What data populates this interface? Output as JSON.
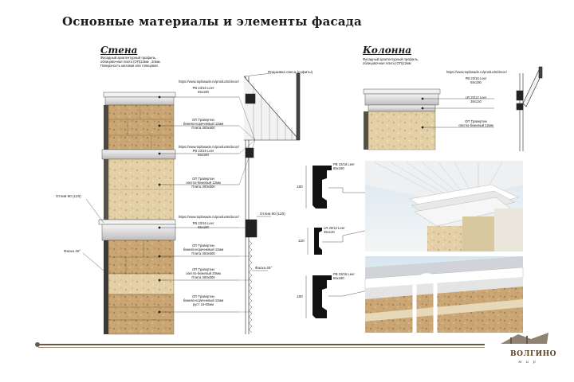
{
  "title": "Основные  материалы и элементы фасада",
  "wall": {
    "heading": "Стена",
    "intro": [
      "Фасадный архитектурный профиль,",
      "облицовочная плита (ОП)12мм , 20мм.",
      "Поверхность матовая или глянцевая."
    ],
    "soffit_label": "Подшивка свеса (софиты)",
    "url": "https://www.topfasade.ru/products/decor/",
    "items": [
      {
        "text": [
          "РВ 23/16 Leer",
          "65х180"
        ]
      },
      {
        "text": [
          "ОП Травертин",
          "бежево-коричневый 12мм",
          "Плита 300х600"
        ]
      },
      {
        "text": [
          "РВ 23/16 Leer",
          "65х180"
        ]
      },
      {
        "text": [
          "ОП Травертин",
          "светло-бежевый 12мм",
          "Плита 300х600"
        ]
      },
      {
        "text": [
          "РВ 23/16 Leer",
          "65х180"
        ]
      },
      {
        "text": [
          "ОП Травертин",
          "бежево-коричневый 12мм",
          "Плита 300х600"
        ]
      },
      {
        "text": [
          "ОП Травертин",
          "светло-бежевый 20мм",
          "Плита 300х600"
        ]
      },
      {
        "text": [
          "ОП Травертин",
          "бежево-коричневый 12мм",
          "руст 15-60мм"
        ]
      }
    ],
    "side_left_1": "Отлив 90 (120)",
    "side_left_2": "Фаска 45°",
    "side_right_1": "Отлив 90 (120)",
    "side_right_2": "Фаска 45°"
  },
  "column": {
    "heading": "Колонна",
    "intro": [
      "Фасадный архитектурный профиль,",
      "облицовочная плита (ОП)12мм"
    ],
    "url": "https://www.topfasade.ru/products/decor/",
    "items": [
      {
        "text": [
          "РВ 23/16 Leer",
          "65х180"
        ]
      },
      {
        "text": [
          "LR 20/12 Leer",
          "35х120"
        ]
      },
      {
        "text": [
          "ОП Травертин",
          "светло-бежевый 12мм"
        ]
      }
    ]
  },
  "profiles": [
    {
      "name": [
        "РВ 23/16 Leer",
        "65х180"
      ],
      "dim": "180"
    },
    {
      "name": [
        "LR 20/12 Leer",
        "35х120"
      ],
      "dim": "120"
    },
    {
      "name": [
        "РВ 23/16 Leer",
        "65х180"
      ],
      "dim": "180"
    }
  ],
  "logo": {
    "name": "ВОЛГИНО",
    "sub": "м и р"
  },
  "colors": {
    "stone_dark": "#c8a878",
    "stone_light": "#e2cfa8",
    "profile": "#dddddd",
    "accent": "#6a5a45"
  }
}
